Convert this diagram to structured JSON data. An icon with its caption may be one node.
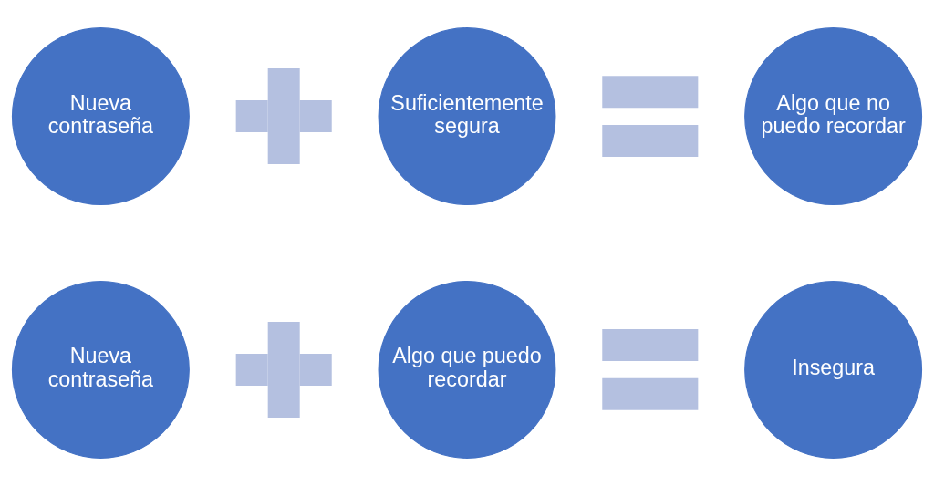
{
  "diagram": {
    "nodes": [
      {
        "text": [
          "Nueva contraseña"
        ]
      },
      {
        "text": [],
        "shape": "plus"
      },
      {
        "text": [
          "Suficientemente segura"
        ]
      },
      {
        "text": [],
        "shape": "equals"
      },
      {
        "text": [
          "Algo que no puedo recordar"
        ]
      },
      {
        "text": [
          "Nueva contraseña"
        ]
      },
      {
        "text": [],
        "shape": "plus"
      },
      {
        "text": [
          "Algo que puedo recordar"
        ]
      },
      {
        "text": [],
        "shape": "equals"
      },
      {
        "text": [
          "Insegura"
        ]
      }
    ]
  }
}
